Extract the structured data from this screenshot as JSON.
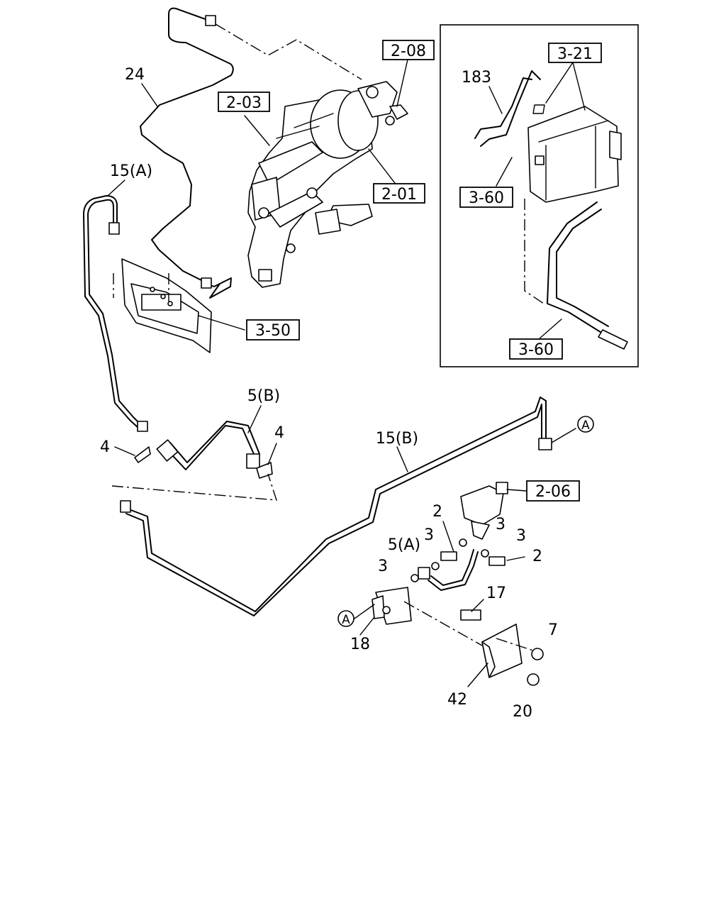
{
  "diagram": {
    "ref_boxes": {
      "r208": "2-08",
      "r203": "2-03",
      "r201": "2-01",
      "r350": "3-50",
      "r321": "3-21",
      "r360a": "3-60",
      "r360b": "3-60",
      "r206": "2-06"
    },
    "labels": {
      "l24": "24",
      "l15a": "15(A)",
      "l183": "183",
      "l5b": "5(B)",
      "l4a": "4",
      "l4b": "4",
      "l15b": "15(B)",
      "l2a": "2",
      "l3a": "3",
      "l3b": "3",
      "l3c": "3",
      "l5a": "5(A)",
      "l2b": "2",
      "l3d": "3",
      "l17": "17",
      "l7": "7",
      "l18": "18",
      "l42": "42",
      "l20": "20"
    },
    "circle_marks": {
      "a1": "A",
      "a2": "A"
    }
  }
}
